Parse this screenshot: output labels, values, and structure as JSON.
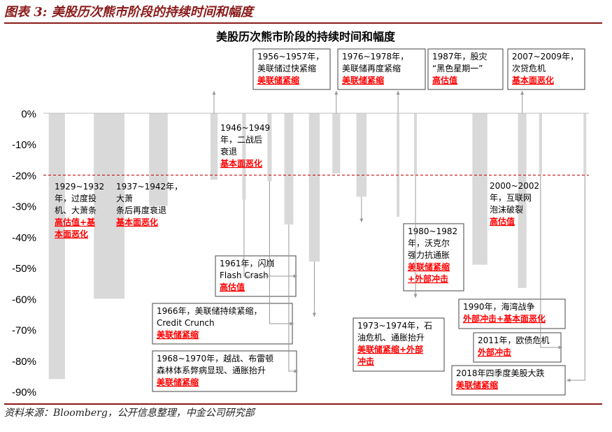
{
  "figure_label": "图表 3:  美股历次熊市阶段的持续时间和幅度",
  "source_note": "资料来源：Bloomberg，公开信息整理，中金公司研究部",
  "colors": {
    "bar": "#d9d9d9",
    "threshold": "#c00000",
    "accent": "#ff0000",
    "header": "#8b1a1a",
    "leader": "#999999"
  },
  "chart_data": {
    "type": "bar",
    "title": "美股历次熊市阶段的持续时间和幅度",
    "ylim": [
      -90,
      0
    ],
    "yticks": [
      "0%",
      "-10%",
      "-20%",
      "-30%",
      "-40%",
      "-50%",
      "-60%",
      "-70%",
      "-80%",
      "-90%"
    ],
    "threshold": -20,
    "bars": [
      {
        "id": "1929",
        "start": 1929.7,
        "end": 1932.4,
        "value": -86
      },
      {
        "id": "1937",
        "start": 1937.2,
        "end": 1942.3,
        "value": -60
      },
      {
        "id": "1946",
        "start": 1946.4,
        "end": 1949.5,
        "value": -30
      },
      {
        "id": "1956",
        "start": 1956.6,
        "end": 1957.8,
        "value": -21.5
      },
      {
        "id": "1961",
        "start": 1961.9,
        "end": 1962.5,
        "value": -28
      },
      {
        "id": "1966",
        "start": 1966.1,
        "end": 1966.8,
        "value": -22
      },
      {
        "id": "1968",
        "start": 1968.9,
        "end": 1970.4,
        "value": -36
      },
      {
        "id": "1973",
        "start": 1973.0,
        "end": 1974.8,
        "value": -48
      },
      {
        "id": "1976",
        "start": 1976.9,
        "end": 1978.2,
        "value": -19.5
      },
      {
        "id": "1980",
        "start": 1980.9,
        "end": 1982.6,
        "value": -27
      },
      {
        "id": "1987",
        "start": 1987.6,
        "end": 1987.9,
        "value": -33.5
      },
      {
        "id": "1990",
        "start": 1990.5,
        "end": 1990.8,
        "value": -20
      },
      {
        "id": "2000",
        "start": 2000.2,
        "end": 2002.7,
        "value": -49
      },
      {
        "id": "2007",
        "start": 2007.8,
        "end": 2009.2,
        "value": -56.5
      },
      {
        "id": "2011",
        "start": 2011.3,
        "end": 2011.8,
        "value": -19.5
      },
      {
        "id": "2018",
        "start": 2018.7,
        "end": 2018.98,
        "value": -20
      }
    ],
    "annotations": [
      {
        "id": "1929",
        "period": "1929~1932",
        "lines": [
          "年，过度投",
          "机、大萧条"
        ],
        "reason_lines": [
          "高估值+基",
          "本面恶化"
        ]
      },
      {
        "id": "1937",
        "period": "1937~1942年，",
        "lines": [
          "大萧",
          "条后再度衰退"
        ],
        "reason_lines": [
          "基本面恶化"
        ]
      },
      {
        "id": "1946",
        "period": "1946~1949",
        "lines": [
          "年，二战后",
          "衰退"
        ],
        "reason_lines": [
          "基本面恶化"
        ]
      },
      {
        "id": "1956",
        "period": "1956~1957年，",
        "lines": [
          "美联储过快紧缩"
        ],
        "reason_lines": [
          "美联储紧缩"
        ]
      },
      {
        "id": "1961",
        "period": "1961年，闪崩",
        "lines": [
          "Flash Crash"
        ],
        "reason_lines": [
          "高估值"
        ]
      },
      {
        "id": "1966",
        "period": "1966年，美联储持续紧缩，",
        "lines": [
          "Credit Crunch"
        ],
        "reason_lines": [
          "美联储紧缩"
        ]
      },
      {
        "id": "1968",
        "period": "1968~1970年，越战、布雷顿",
        "lines": [
          "森林体系弊病显现、通胀抬升"
        ],
        "reason_lines": [
          "美联储紧缩"
        ]
      },
      {
        "id": "1973",
        "period": "1973~1974年，石",
        "lines": [
          "油危机、通胀抬升"
        ],
        "reason_lines": [
          "美联储紧缩+外部",
          "冲击"
        ]
      },
      {
        "id": "1976",
        "period": "1976~1978年，",
        "lines": [
          "美联储再度紧缩"
        ],
        "reason_lines": [
          "美联储紧缩"
        ]
      },
      {
        "id": "1980",
        "period": "1980~1982",
        "lines": [
          "年，沃克尔",
          "强力抗通胀"
        ],
        "reason_lines": [
          "美联储紧缩",
          "+外部冲击"
        ]
      },
      {
        "id": "1987",
        "period": "1987年，股灾",
        "lines": [
          "“黑色星期一”"
        ],
        "reason_lines": [
          "高估值"
        ]
      },
      {
        "id": "1990",
        "period": "1990年，海湾战争",
        "lines": [],
        "reason_lines": [
          "外部冲击+基本面恶化"
        ]
      },
      {
        "id": "2000",
        "period": "2000~2002",
        "lines": [
          "年，互联网",
          "泡沫破裂"
        ],
        "reason_lines": [
          "高估值"
        ]
      },
      {
        "id": "2007",
        "period": "2007~2009年，",
        "lines": [
          "次贷危机"
        ],
        "reason_lines": [
          "基本面恶化"
        ]
      },
      {
        "id": "2011",
        "period": "2011年，欧债危机",
        "lines": [],
        "reason_lines": [
          "外部冲击"
        ]
      },
      {
        "id": "2018",
        "period": "2018年四季度美股大跌",
        "lines": [],
        "reason_lines": [
          "美联储紧缩"
        ]
      }
    ]
  }
}
